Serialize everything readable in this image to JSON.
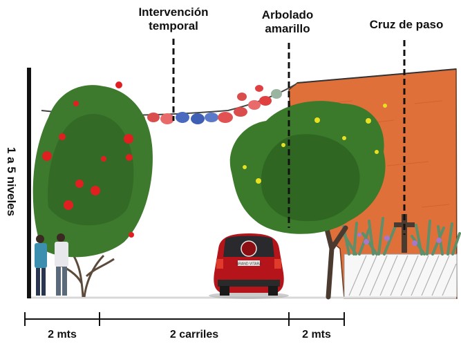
{
  "labels": {
    "intervencion_line1": "Intervención",
    "intervencion_line2": "temporal",
    "arbolado_line1": "Arbolado",
    "arbolado_line2": "amarillo",
    "cruz": "Cruz de paso",
    "niveles": "1 a 5 niveles"
  },
  "dimensions": {
    "left": "2 mts",
    "middle": "2 carriles",
    "right": "2 mts"
  },
  "car_plate": "GRAND VITARA",
  "colors": {
    "wall": "#E0703A",
    "tree_green": "#3E7A2E",
    "flower_red": "#E02020",
    "flower_yellow": "#E8E020",
    "car_red": "#B5141B"
  }
}
